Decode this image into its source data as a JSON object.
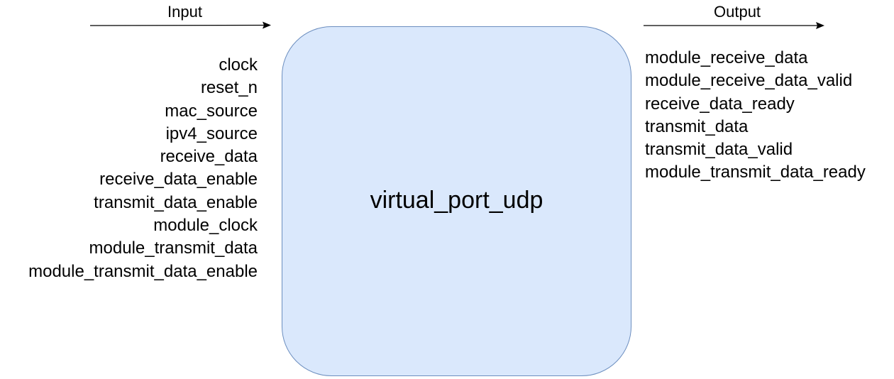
{
  "diagram": {
    "input_header": "Input",
    "output_header": "Output",
    "module_name": "virtual_port_udp",
    "inputs": [
      "clock",
      "reset_n",
      "mac_source",
      "ipv4_source",
      "receive_data",
      "receive_data_enable",
      "transmit_data_enable",
      "module_clock",
      "module_transmit_data",
      "module_transmit_data_enable"
    ],
    "outputs": [
      "module_receive_data",
      "module_receive_data_valid",
      "receive_data_ready",
      "transmit_data",
      "transmit_data_valid",
      "module_transmit_data_ready"
    ]
  },
  "colors": {
    "box_fill": "#dae8fc",
    "box_stroke": "#6c8ebf",
    "text": "#000000",
    "arrow": "#000000"
  }
}
